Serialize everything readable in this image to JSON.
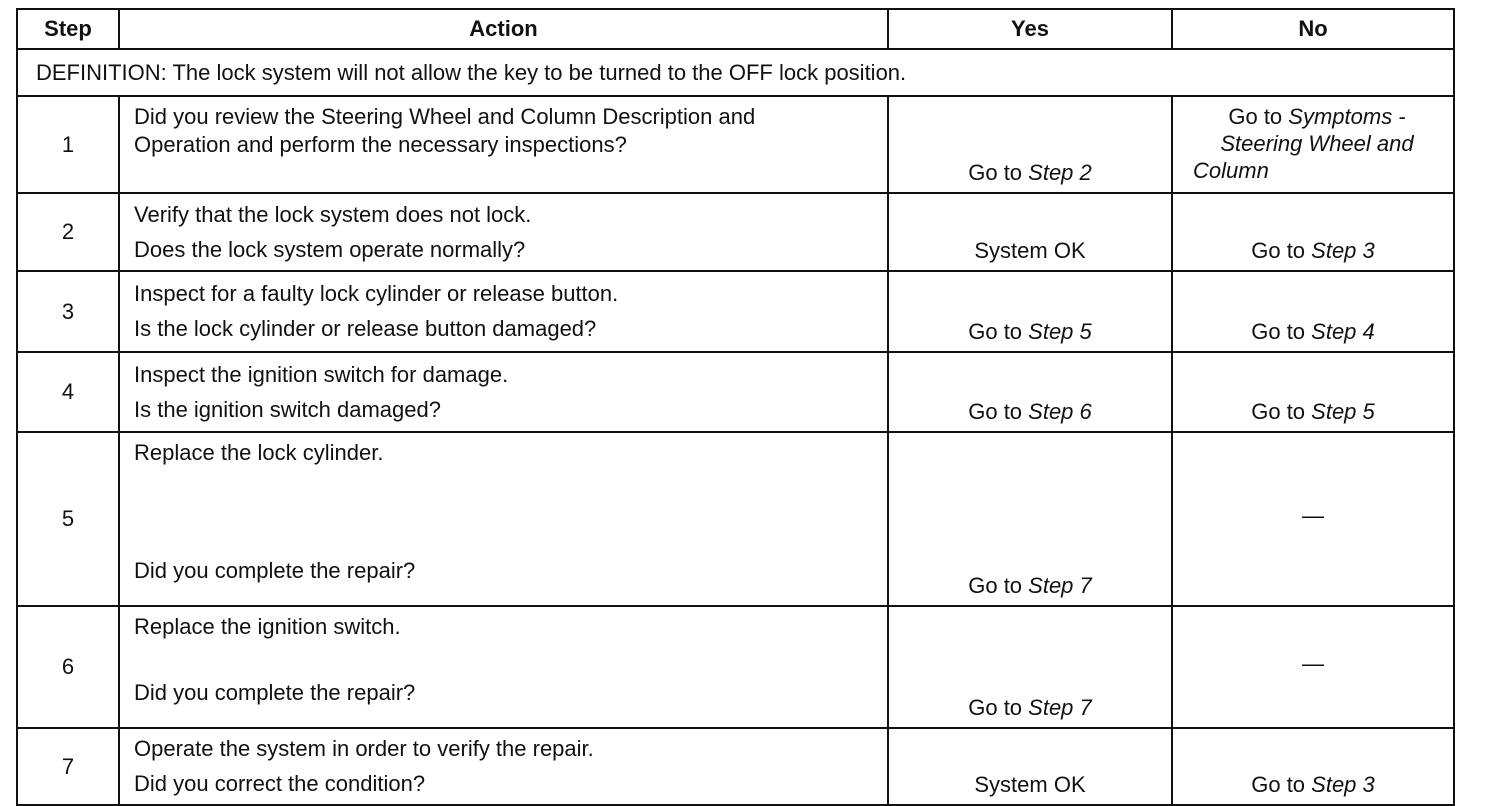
{
  "headers": {
    "step": "Step",
    "action": "Action",
    "yes": "Yes",
    "no": "No"
  },
  "definition": "DEFINITION: The lock system will not allow the key to be turned to the OFF lock position.",
  "rows": [
    {
      "step": "1",
      "action_line1": "Did you review the Steering Wheel and Column Description and",
      "action_line2": "Operation and perform the necessary inspections?",
      "yes_prefix": "Go to ",
      "yes_ref": "Step 2",
      "no_prefix": "Go to ",
      "no_ref1": "Symptoms -",
      "no_ref2": "Steering Wheel and",
      "no_ref3": "Column"
    },
    {
      "step": "2",
      "action_line1": "Verify that the lock system does not lock.",
      "action_line2": "Does the lock system operate normally?",
      "yes_text": "System OK",
      "no_prefix": "Go to ",
      "no_ref": "Step 3"
    },
    {
      "step": "3",
      "action_line1": "Inspect for a faulty lock cylinder or release button.",
      "action_line2": "Is the lock cylinder or release button damaged?",
      "yes_prefix": "Go to ",
      "yes_ref": "Step 5",
      "no_prefix": "Go to ",
      "no_ref": "Step 4"
    },
    {
      "step": "4",
      "action_line1": "Inspect the ignition switch for damage.",
      "action_line2": "Is the ignition switch damaged?",
      "yes_prefix": "Go to ",
      "yes_ref": "Step 6",
      "no_prefix": "Go to ",
      "no_ref": "Step 5"
    },
    {
      "step": "5",
      "action_line1": "Replace the lock cylinder.",
      "action_line2": "Did you complete the repair?",
      "yes_prefix": "Go to ",
      "yes_ref": "Step 7",
      "no_text": "—"
    },
    {
      "step": "6",
      "action_line1": "Replace the ignition switch.",
      "action_line2": "Did you complete the repair?",
      "yes_prefix": "Go to ",
      "yes_ref": "Step 7",
      "no_text": "—"
    },
    {
      "step": "7",
      "action_line1": "Operate the system in order to verify the repair.",
      "action_line2": "Did you correct the condition?",
      "yes_text": "System OK",
      "no_prefix": "Go to ",
      "no_ref": "Step 3"
    }
  ]
}
